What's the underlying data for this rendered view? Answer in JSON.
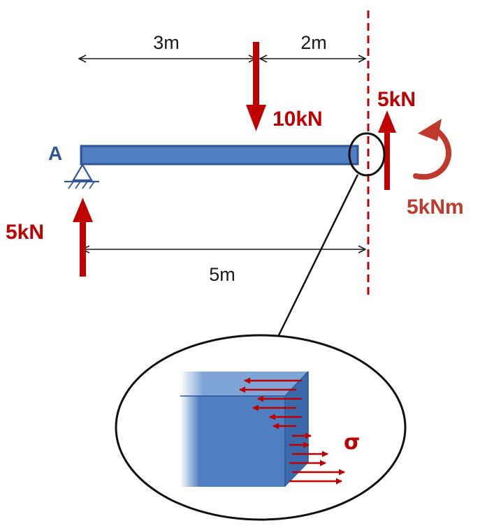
{
  "labels": {
    "dim_left": "3m",
    "dim_right": "2m",
    "dim_total": "5m",
    "point_load": "10kN",
    "reaction_A": "5kN",
    "cut_shear": "5kN",
    "cut_moment": "5kNm",
    "support_name": "A",
    "stress_symbol": "σ"
  },
  "colors": {
    "beam_fill": "#4f7fc1",
    "beam_stroke": "#2f5597",
    "force": "#c00000",
    "moment": "#c0392b",
    "line": "#1a1a1a"
  }
}
